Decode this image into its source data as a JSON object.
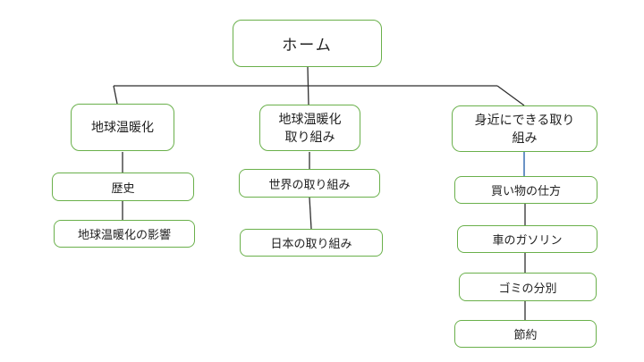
{
  "colors": {
    "node_border": "#6ab04b",
    "connector": "#2f2f2f",
    "highlight_connector": "#4678b8",
    "text": "#212121",
    "background": "#ffffff"
  },
  "diagram": {
    "nodes": {
      "home": {
        "label": "ホーム"
      },
      "global_warming": {
        "label": "地球温暖化"
      },
      "warming_initiatives": {
        "label": "地球温暖化\n取り組み"
      },
      "everyday_initiatives": {
        "label": "身近にできる取り\n組み"
      },
      "history": {
        "label": "歴史"
      },
      "warming_effects": {
        "label": "地球温暖化の影響"
      },
      "world_initiatives": {
        "label": "世界の取り組み"
      },
      "japan_initiatives": {
        "label": "日本の取り組み"
      },
      "shopping": {
        "label": "買い物の仕方"
      },
      "car_gasoline": {
        "label": "車のガソリン"
      },
      "waste_sorting": {
        "label": "ゴミの分別"
      },
      "saving": {
        "label": "節約"
      }
    },
    "edges": [
      {
        "from": "home",
        "to": "global_warming",
        "color": "default"
      },
      {
        "from": "home",
        "to": "warming_initiatives",
        "color": "default"
      },
      {
        "from": "home",
        "to": "everyday_initiatives",
        "color": "default"
      },
      {
        "from": "global_warming",
        "to": "history",
        "color": "default"
      },
      {
        "from": "history",
        "to": "warming_effects",
        "color": "default"
      },
      {
        "from": "warming_initiatives",
        "to": "world_initiatives",
        "color": "default"
      },
      {
        "from": "world_initiatives",
        "to": "japan_initiatives",
        "color": "default"
      },
      {
        "from": "everyday_initiatives",
        "to": "shopping",
        "color": "highlight"
      },
      {
        "from": "shopping",
        "to": "car_gasoline",
        "color": "default"
      },
      {
        "from": "car_gasoline",
        "to": "waste_sorting",
        "color": "default"
      },
      {
        "from": "waste_sorting",
        "to": "saving",
        "color": "default"
      }
    ]
  }
}
